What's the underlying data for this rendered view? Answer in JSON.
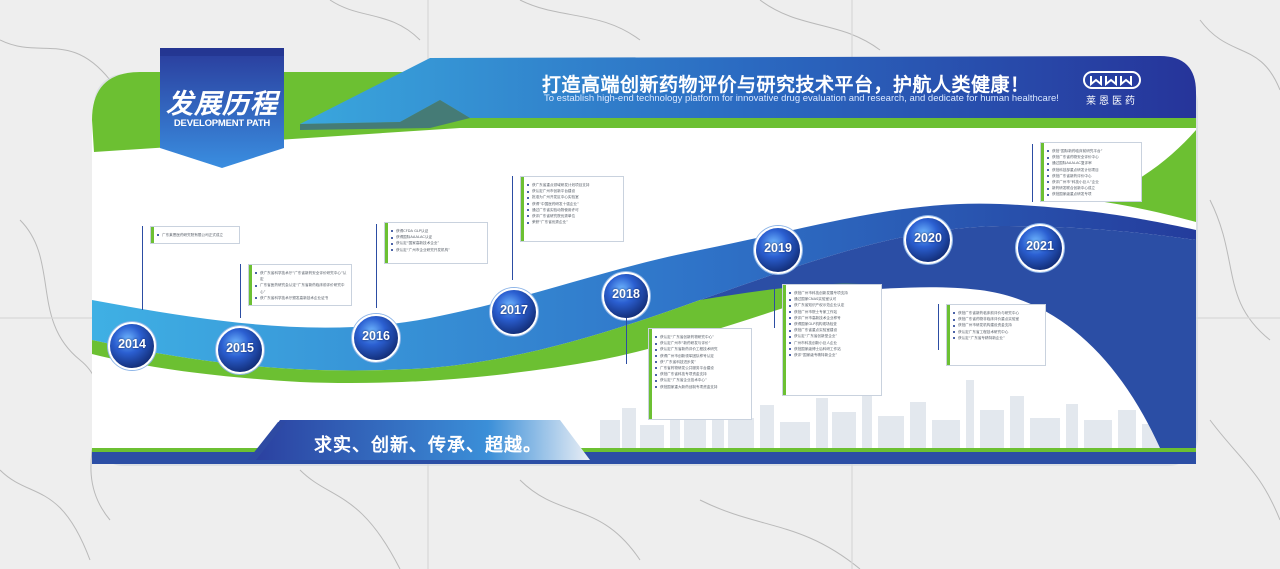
{
  "header": {
    "title_cn": "发展历程",
    "title_en": "DEVELOPMENT PATH",
    "slogan_cn": "打造高端创新药物评价与研究技术平台，护航人类健康！",
    "slogan_en": "To establish high-end technology platform for innovative drug evaluation and research, and dedicate for human healthcare!",
    "logo_text": "莱恩医药"
  },
  "footer": {
    "motto": "求实、创新、传承、超越。"
  },
  "colors": {
    "brand_blue": "#2b4ea5",
    "light_blue": "#3aa7dd",
    "brand_green": "#6cc032"
  },
  "timeline": [
    {
      "year": "2014"
    },
    {
      "year": "2015"
    },
    {
      "year": "2016"
    },
    {
      "year": "2017"
    },
    {
      "year": "2018"
    },
    {
      "year": "2019"
    },
    {
      "year": "2020"
    },
    {
      "year": "2021"
    }
  ],
  "milestones": [
    {
      "id": "m2014",
      "items": [
        "广东莱恩医药研究院有限公司正式成立"
      ]
    },
    {
      "id": "m2015",
      "items": [
        "获广东省科学技术厅“广东省新药安全评价研究中心”认定",
        "广东省医药研究会认定“广东省新药临床前评价研究中心”",
        "获广东省科学技术厅颁发高新技术企业证书"
      ]
    },
    {
      "id": "m2016",
      "items": [
        "获得CFDA GLP认证",
        "获得国际AAALAC认证",
        "获认定“国家高新技术企业”",
        "获认定“广州市企业研究开发机构”"
      ]
    },
    {
      "id": "m2017",
      "items": [
        "获广东省重点领域研发计划项目支持",
        "获认定广州市创新平台建设",
        "批准为广州开发区中心实验室",
        "获得“中国医药研发十强企业”",
        "通过广东省实验动物使用许可",
        "获评广东省研究院优秀单位",
        "荣获“广东省优秀企业”"
      ]
    },
    {
      "id": "m2018",
      "items": [
        "获认定“广东省创新药物研究中心”",
        "获认定广州市“新药研发与评价”",
        "获认定广东省新药评价工程技术研究",
        "获得广州市创新领军团队称号认定",
        "获“广东省科技进步奖”",
        "广东省药物研发公共服务平台建设",
        "获批广东省科技专项资金支持",
        "获认定“广东省企业技术中心”",
        "获批国家重大新药创制专项资金支持"
      ]
    },
    {
      "id": "m2019",
      "items": [
        "获批广州市科技创新发展专项支持",
        "通过国家CNAS实验室认可",
        "获广东省知识产权示范企业认定",
        "获批广州市院士专家工作站",
        "获评广州市高新技术企业称号",
        "获得国家GLP机构现场检查",
        "获批广东省重点实验室建设",
        "获认定“广东省创新型企业”",
        "广州市科技创新小巨人企业",
        "获批国家级博士后科研工作站",
        "获评“国家级专精特新企业”"
      ]
    },
    {
      "id": "m2020",
      "items": [
        "获批广东省新药临床前评价与研究中心",
        "获批广东省药物非临床评价重点实验室",
        "获批广州市研发机构建设资金支持",
        "获认定广东省工程技术研究中心",
        "获认定“广东省专精特新企业”"
      ]
    },
    {
      "id": "m2021",
      "items": [
        "获批“国际新药临床前研究平台”",
        "获批广东省药物安全评价中心",
        "通过国际AAALAC复评审",
        "获批科技部重点研发计划项目",
        "获批广东省新药评价中心",
        "获评广州市“科技小巨人”企业",
        "新药研发联合创新中心成立",
        "获批国家级重点研发专项"
      ]
    }
  ]
}
